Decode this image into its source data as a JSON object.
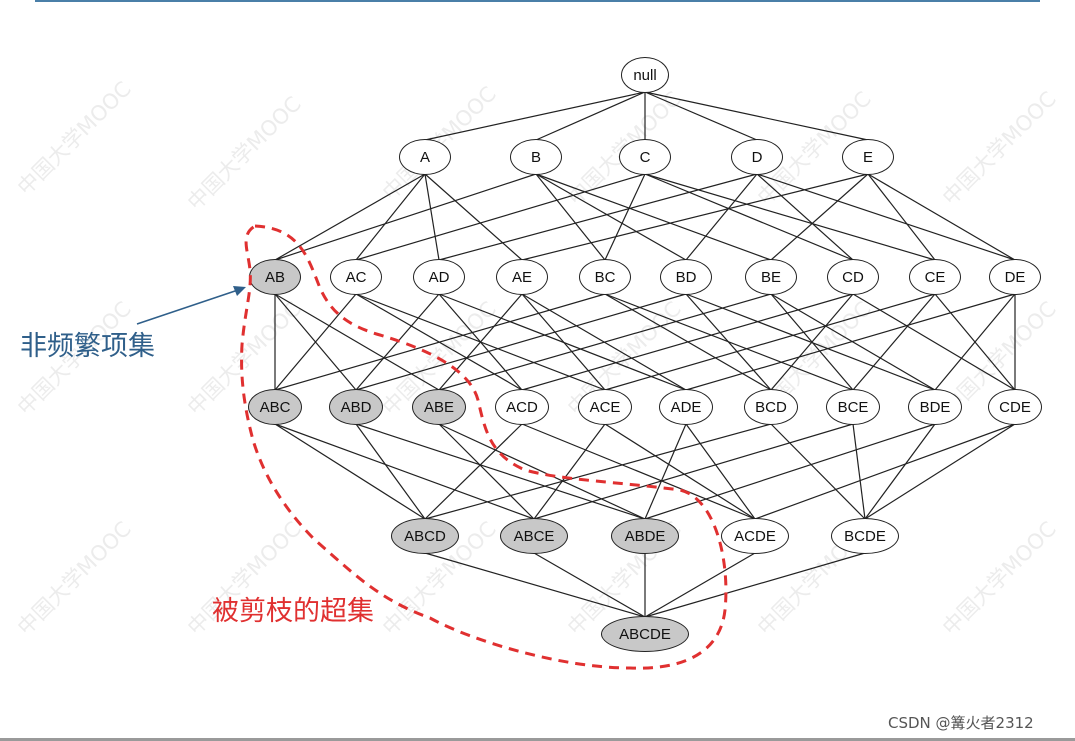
{
  "watermark_text": "中国大学MOOC",
  "credit": "CSDN @篝火者2312",
  "labels": {
    "infrequent_itemset": "非频繁项集",
    "pruned_supersets": "被剪枝的超集"
  },
  "colors": {
    "pruned_fill": "#c8c8c8",
    "normal_fill": "#ffffff",
    "infrequent_label": "#2f5f8a",
    "pruned_boundary": "#e03030"
  },
  "lattice": {
    "levels": [
      [
        "null"
      ],
      [
        "A",
        "B",
        "C",
        "D",
        "E"
      ],
      [
        "AB",
        "AC",
        "AD",
        "AE",
        "BC",
        "BD",
        "BE",
        "CD",
        "CE",
        "DE"
      ],
      [
        "ABC",
        "ABD",
        "ABE",
        "ACD",
        "ACE",
        "ADE",
        "BCD",
        "BCE",
        "BDE",
        "CDE"
      ],
      [
        "ABCD",
        "ABCE",
        "ABDE",
        "ACDE",
        "BCDE"
      ],
      [
        "ABCDE"
      ]
    ],
    "infrequent": [
      "AB"
    ],
    "pruned": [
      "AB",
      "ABC",
      "ABD",
      "ABE",
      "ABCD",
      "ABCE",
      "ABDE",
      "ABCDE"
    ]
  }
}
